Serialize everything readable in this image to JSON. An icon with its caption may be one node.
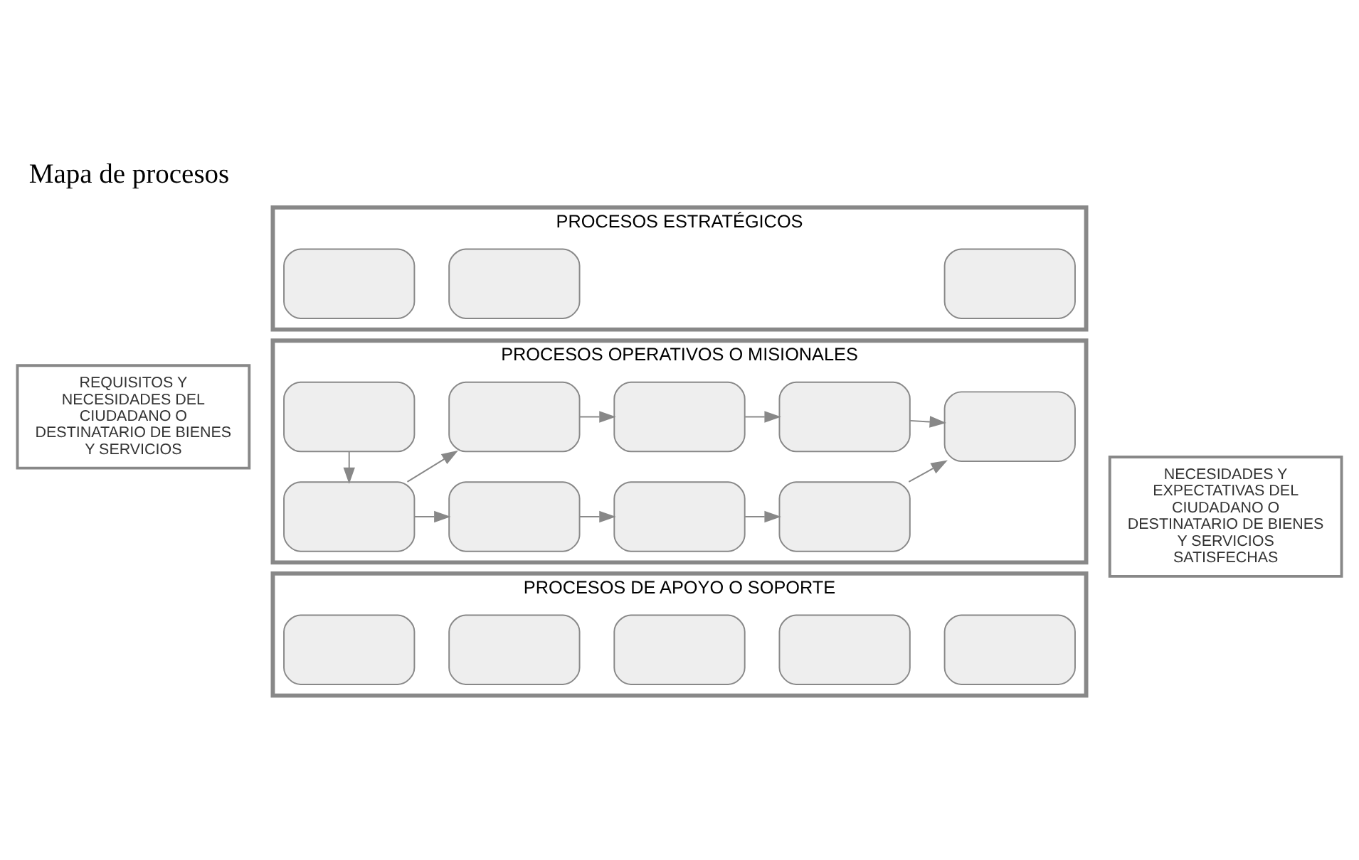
{
  "diagram": {
    "title": "Mapa de procesos",
    "nodes": [
      {
        "text": [
          "PROCESOS ESTRATÉGICOS"
        ]
      },
      {
        "text": [],
        "shape": "box",
        "in": 0
      },
      {
        "text": [],
        "shape": "box",
        "in": 0
      },
      {
        "text": [],
        "shape": "box",
        "in": 0
      },
      {
        "text": [
          "REQUISITOS Y NECESIDADES DEL CIUDADANO O DESTINATARIO DE BIENES Y SERVICIOS"
        ]
      },
      {
        "text": [
          "PROCESOS OPERATIVOS O MISIONALES"
        ]
      },
      {
        "text": [],
        "shape": "box",
        "in": 5
      },
      {
        "text": [],
        "shape": "box",
        "in": 5
      },
      {
        "text": [],
        "shape": "box",
        "in": 5
      },
      {
        "text": [],
        "shape": "box",
        "in": 5
      },
      {
        "text": [],
        "shape": "box",
        "in": 5
      },
      {
        "text": [],
        "shape": "box",
        "in": 5
      },
      {
        "text": [],
        "shape": "box",
        "in": 5
      },
      {
        "text": [],
        "shape": "box",
        "in": 5
      },
      {
        "text": [],
        "shape": "box",
        "in": 5
      },
      {
        "text": [
          "NECESIDADES Y EXPECTATIVAS DEL CIUDADANO O DESTINATARIO DE BIENES Y SERVICIOS SATISFECHAS"
        ]
      },
      {
        "text": [
          "PROCESOS DE APOYO O SOPORTE"
        ]
      },
      {
        "text": [],
        "shape": "box",
        "in": 16
      },
      {
        "text": [],
        "shape": "box",
        "in": 16
      },
      {
        "text": [],
        "shape": "box",
        "in": 16
      },
      {
        "text": [],
        "shape": "box",
        "in": 16
      },
      {
        "text": [],
        "shape": "box",
        "in": 16
      }
    ],
    "edges": [
      {
        "from": 6,
        "to": 11,
        "arrow": "to"
      },
      {
        "from": 11,
        "to": 7,
        "arrow": "to"
      },
      {
        "from": 11,
        "to": 12,
        "arrow": "to"
      },
      {
        "from": 7,
        "to": 8,
        "arrow": "to"
      },
      {
        "from": 8,
        "to": 9,
        "arrow": "to"
      },
      {
        "from": 9,
        "to": 10,
        "arrow": "to"
      },
      {
        "from": 12,
        "to": 13,
        "arrow": "to"
      },
      {
        "from": 13,
        "to": 14,
        "arrow": "to"
      },
      {
        "from": 14,
        "to": 10,
        "arrow": "to"
      }
    ]
  }
}
